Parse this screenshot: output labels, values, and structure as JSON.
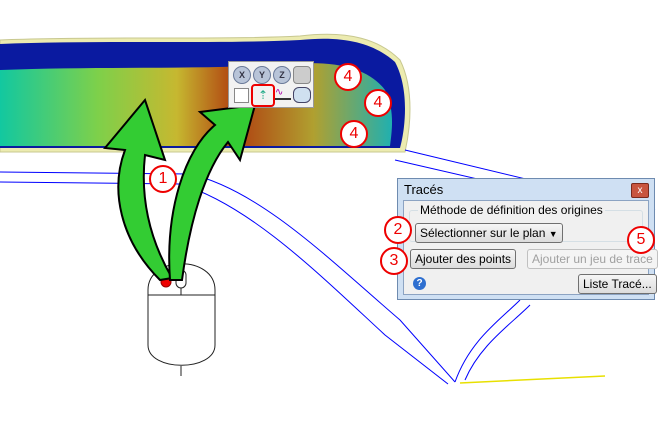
{
  "dialog": {
    "title": "Tracés",
    "close_label": "x",
    "group_label": "Méthode de définition des origines",
    "method_select": "Sélectionner sur le plan",
    "add_points": "Ajouter des points",
    "add_trace_set": "Ajouter un jeu de trace",
    "help_label": "?",
    "list_traces": "Liste Tracé..."
  },
  "toolbar": {
    "x_label": "X",
    "y_label": "Y",
    "z_label": "Z"
  },
  "callouts": [
    "1",
    "2",
    "3",
    "4",
    "4",
    "4",
    "5"
  ],
  "colors": {
    "callout": "#e00000",
    "arrow": "#33cc33",
    "line": "#0000ff"
  }
}
